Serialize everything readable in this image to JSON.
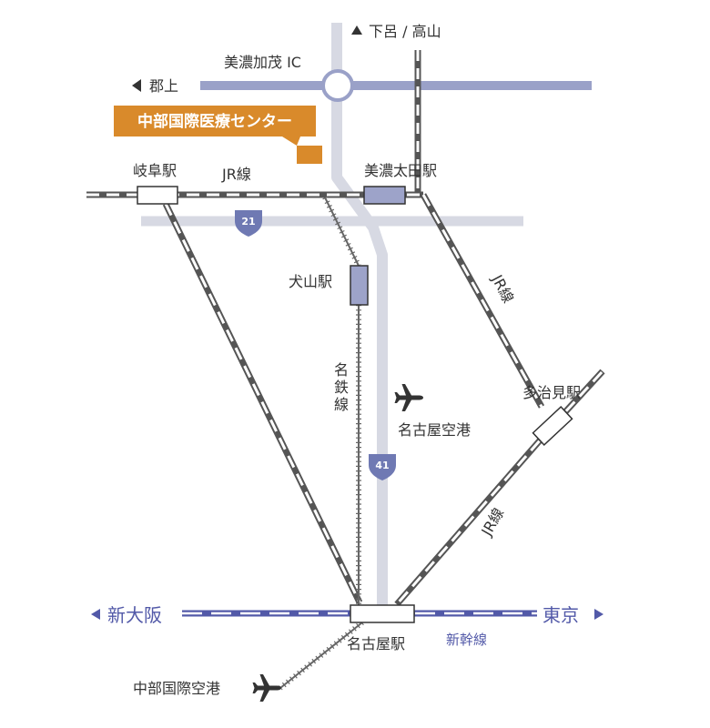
{
  "colors": {
    "road": "#d7d9e3",
    "expressway": "#9aa1c8",
    "rail_dark": "#555555",
    "meitetsu": "#666666",
    "station_fill": "#9da3c9",
    "shield": "#6f79b3",
    "shinkansen": "#5259a8",
    "accent_orange": "#d98a2b",
    "text": "#333333"
  },
  "directions": {
    "gero": "下呂 / 高山",
    "gujo": "郡上",
    "shin_osaka": "新大阪",
    "tokyo": "東京"
  },
  "interchange": {
    "label": "美濃加茂 IC"
  },
  "destination": {
    "label": "中部国際医療センター"
  },
  "stations": {
    "gifu": "岐阜駅",
    "minoota": "美濃太田駅",
    "inuyama": "犬山駅",
    "tajimi": "多治見駅",
    "nagoya": "名古屋駅"
  },
  "lines": {
    "jr_top": "JR線",
    "jr_right_upper": "JR線",
    "jr_right_lower": "JR線",
    "meitetsu": "名鉄線",
    "shinkansen": "新幹線"
  },
  "routes": {
    "r21": "21",
    "r41": "41"
  },
  "airports": {
    "nagoya": "名古屋空港",
    "chubu": "中部国際空港"
  },
  "icons": {
    "airplane": "airplane-icon",
    "arrow": "triangle-arrow-icon"
  }
}
